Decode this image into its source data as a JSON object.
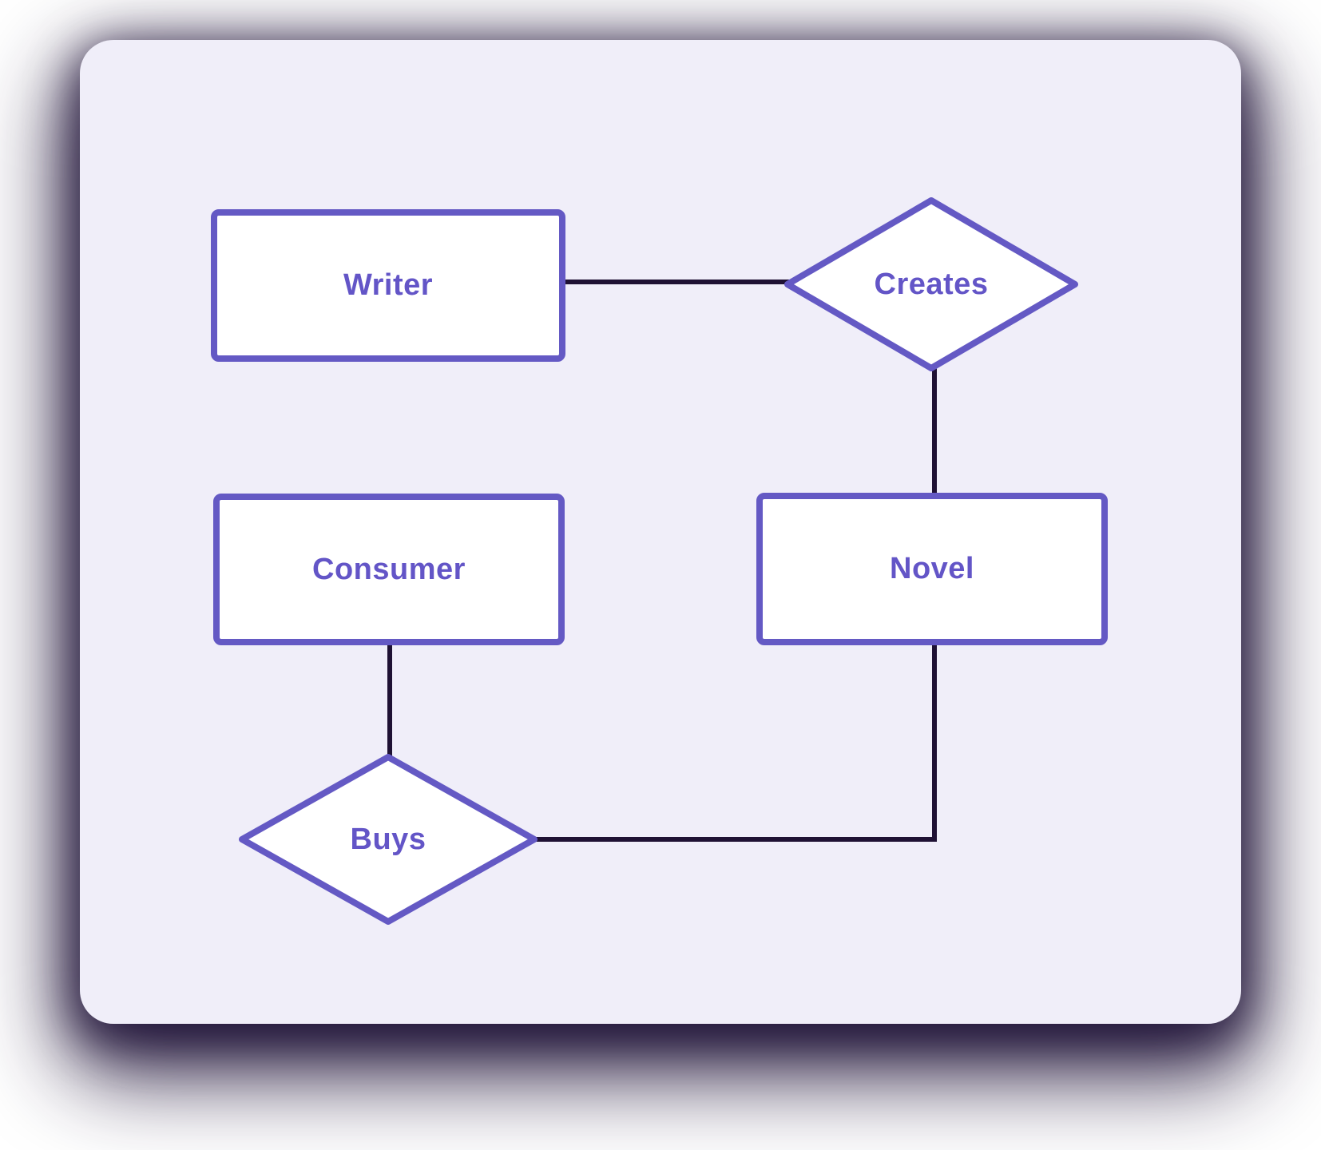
{
  "diagram": {
    "nodes": {
      "writer": {
        "label": "Writer",
        "type": "entity"
      },
      "creates": {
        "label": "Creates",
        "type": "relationship"
      },
      "novel": {
        "label": "Novel",
        "type": "entity"
      },
      "consumer": {
        "label": "Consumer",
        "type": "entity"
      },
      "buys": {
        "label": "Buys",
        "type": "relationship"
      }
    },
    "edges": [
      {
        "from": "writer",
        "to": "creates"
      },
      {
        "from": "creates",
        "to": "novel"
      },
      {
        "from": "consumer",
        "to": "buys"
      },
      {
        "from": "buys",
        "to": "novel"
      }
    ],
    "colors": {
      "card_bg": "#F0EEF9",
      "shape_fill": "#FFFFFF",
      "shape_border": "#6459C4",
      "label_text": "#6355C7",
      "connector": "#1F1134"
    }
  }
}
